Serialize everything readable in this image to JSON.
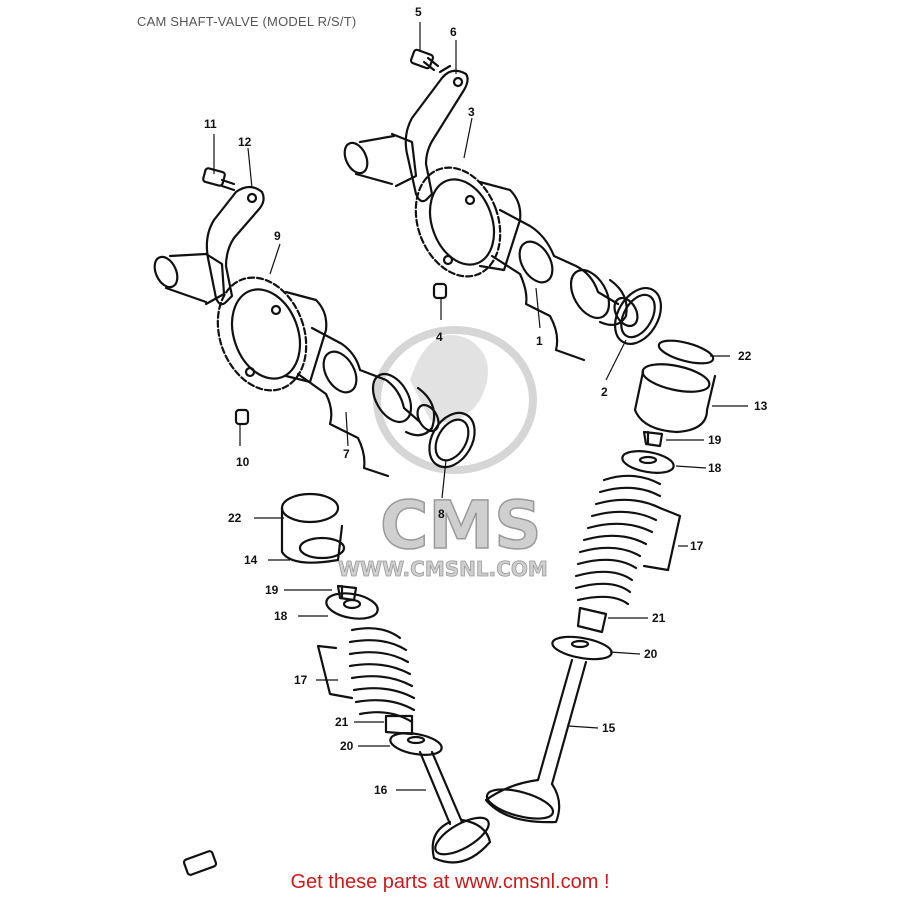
{
  "title": "CAM SHAFT-VALVE (MODEL R/S/T)",
  "watermark": {
    "brand": "CMS",
    "url": "WWW.CMSNL.COM"
  },
  "footer": "Get these parts at www.cmsnl.com !",
  "colors": {
    "ink": "#111111",
    "footer": "#cc1a1a",
    "watermark": "#d4d4d4",
    "title": "#555555"
  },
  "callouts": [
    "1",
    "2",
    "3",
    "4",
    "5",
    "6",
    "7",
    "8",
    "9",
    "10",
    "11",
    "12",
    "13",
    "14",
    "15",
    "16",
    "17",
    "17",
    "18",
    "18",
    "19",
    "19",
    "20",
    "20",
    "21",
    "21",
    "22",
    "22"
  ]
}
